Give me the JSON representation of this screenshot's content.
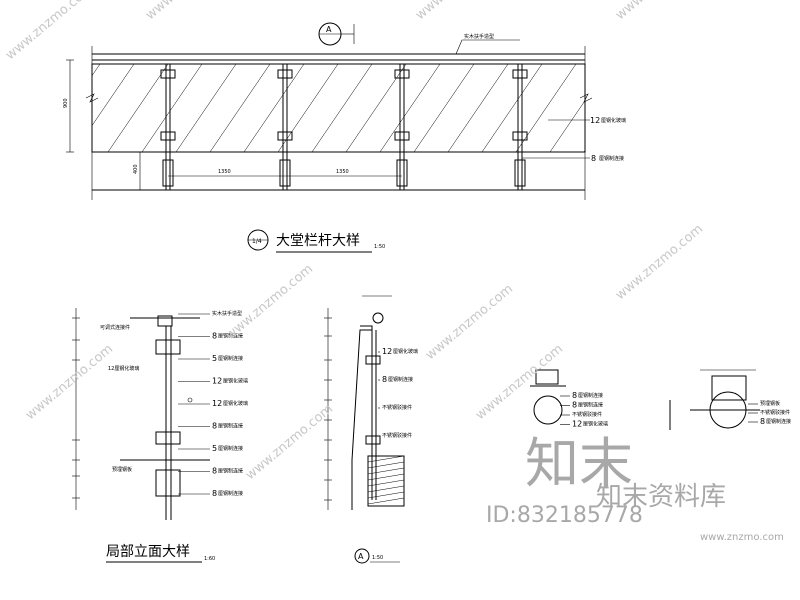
{
  "circle_marker": "A",
  "top_leader": "实木扶手造型",
  "dims_top": {
    "h": "900",
    "post": "400",
    "span1": "1350",
    "span2": "1350"
  },
  "label_glass": "12",
  "label_glass_text": "厘钢化玻璃",
  "label_bolt": "8",
  "label_bolt_text": "厘钢制连接",
  "title1": {
    "marker": "1/4",
    "text": "大堂栏杆大样",
    "scale": "1:50"
  },
  "title2": {
    "text": "局部立面大样",
    "scale": "1:60"
  },
  "title3": {
    "marker": "A",
    "scale": "1:50"
  },
  "mid_left_labels": [
    {
      "num": "",
      "text": "实木扶手造型"
    },
    {
      "num": "8",
      "text": "厘钢制连接"
    },
    {
      "num": "5",
      "text": "厘钢制连接"
    },
    {
      "num": "12",
      "text": "厘钢化玻璃"
    },
    {
      "num": "12",
      "text": "厘钢化玻璃"
    },
    {
      "num": "8",
      "text": "厘钢制连接"
    },
    {
      "num": "5",
      "text": "厘钢制连接"
    },
    {
      "num": "8",
      "text": "厘钢制连接"
    },
    {
      "num": "8",
      "text": "厘钢制连接"
    }
  ],
  "mid_left_left": [
    "可调式连接件",
    "12厘钢化玻璃",
    "预埋钢板"
  ],
  "mid_right_labels": [
    {
      "num": "12",
      "text": "厘钢化玻璃"
    },
    {
      "num": "8",
      "text": "厘钢制连接"
    },
    {
      "num": "",
      "text": "不锈钢驳接件"
    },
    {
      "num": "",
      "text": "不锈钢驳接件"
    }
  ],
  "detail_right": [
    {
      "num": "8",
      "text": "厘钢制连接"
    },
    {
      "num": "8",
      "text": "厘钢制连接"
    },
    {
      "num": "",
      "text": "不锈钢驳接件"
    },
    {
      "num": "12",
      "text": "厘钢化玻璃"
    }
  ],
  "detail_far": [
    {
      "num": "",
      "text": "预埋钢板"
    },
    {
      "num": "",
      "text": "不锈钢驳接件"
    },
    {
      "num": "8",
      "text": "厘钢制连接"
    }
  ],
  "watermark_small": "www.znzmo.com",
  "watermark_logo": "知末",
  "watermark_brand": "知末资料库",
  "watermark_id": "ID:832185778",
  "watermark_url": "www.znzmo.com"
}
